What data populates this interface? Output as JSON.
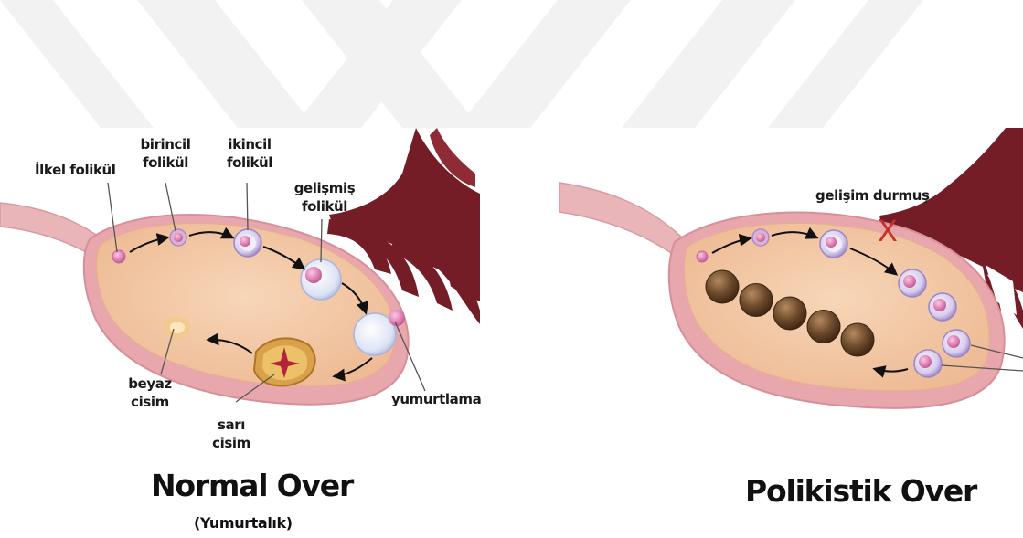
{
  "normal": {
    "title": "Normal Over",
    "subtitle": "(Yumurtalık)",
    "labels": {
      "primordial_follicle": "İlkel folikül",
      "primary_follicle": [
        "birincil",
        "folikül"
      ],
      "secondary_follicle": [
        "ikincil",
        "folikül"
      ],
      "mature_follicle": [
        "gelişmiş",
        "folikül"
      ],
      "ovulation": "yumurtlama",
      "corpus_albicans": [
        "beyaz",
        "cisim"
      ],
      "corpus_luteum": [
        "sarı",
        "cisim"
      ]
    }
  },
  "polycystic": {
    "title": "Polikistik Over",
    "labels": {
      "arrested_development": "gelişim durmuş",
      "stop_mark": "X"
    },
    "cyst_count": 5
  },
  "colors": {
    "ovary_fill": "#f3c9a6",
    "ovary_rim": "#e7a7ad",
    "ligament": "#eab5b9",
    "tube": "#741d27",
    "tube_light": "#8e2b35",
    "follicle_pink": "#e07fb4",
    "follicle_ring": "#b9a5d8",
    "cyst": "#6b4a2b",
    "stop_mark": "#c8302b",
    "watermark": "#f1f1f1"
  }
}
